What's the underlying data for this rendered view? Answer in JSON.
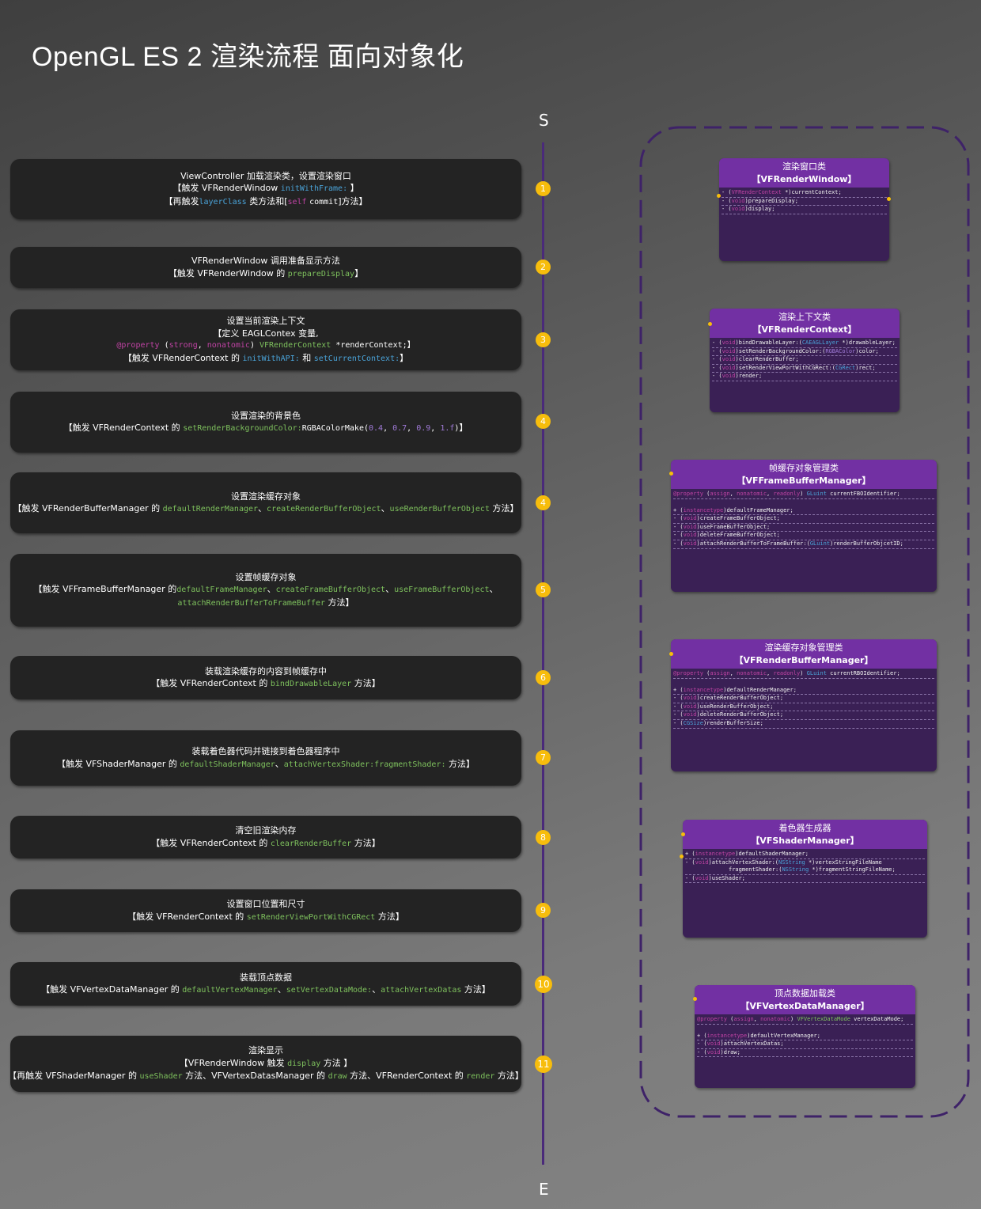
{
  "title": "OpenGL ES 2 渲染流程 面向对象化",
  "timeline": {
    "start": "S",
    "end": "E"
  },
  "steps": [
    {
      "num": "1",
      "lines": [
        "ViewController 加载渲染类，设置渲染窗口",
        "【触发 VFRenderWindow initWithFrame: 】",
        "【再触发layerClass 类方法和[self commit]方法】"
      ]
    },
    {
      "num": "2",
      "lines": [
        "VFRenderWindow 调用准备显示方法",
        "【触发 VFRenderWindow 的 prepareDisplay】"
      ]
    },
    {
      "num": "3",
      "lines": [
        "设置当前渲染上下文",
        "【定义 EAGLContex 变量,",
        "@property (strong, nonatomic) VFRenderContext *renderContext;】",
        "【触发 VFRenderContext 的 initWithAPI: 和 setCurrentContext:】"
      ]
    },
    {
      "num": "4",
      "lines": [
        "设置渲染的背景色",
        "【触发 VFRenderContext 的 setRenderBackgroundColor:RGBAColorMake(0.4, 0.7, 0.9, 1.f)】"
      ]
    },
    {
      "num": "4",
      "lines": [
        "设置渲染缓存对象",
        "【触发 VFRenderBufferManager 的 defaultRenderManager、createRenderBufferObject、useRenderBufferObject 方法】"
      ]
    },
    {
      "num": "5",
      "lines": [
        "设置帧缓存对象",
        "【触发 VFFrameBufferManager 的defaultFrameManager、createFrameBufferObject、useFrameBufferObject、",
        "attachRenderBufferToFrameBuffer 方法】"
      ]
    },
    {
      "num": "6",
      "lines": [
        "装载渲染缓存的内容到帧缓存中",
        "【触发 VFRenderContext 的 bindDrawableLayer 方法】"
      ]
    },
    {
      "num": "7",
      "lines": [
        "装载着色器代码并链接到着色器程序中",
        "【触发 VFShaderManager 的 defaultShaderManager、attachVertexShader:fragmentShader: 方法】"
      ]
    },
    {
      "num": "8",
      "lines": [
        "清空旧渲染内存",
        "【触发 VFRenderContext 的 clearRenderBuffer 方法】"
      ]
    },
    {
      "num": "9",
      "lines": [
        "设置窗口位置和尺寸",
        "【触发 VFRenderContext 的 setRenderViewPortWithCGRect 方法】"
      ]
    },
    {
      "num": "10",
      "lines": [
        "装载顶点数据",
        "【触发 VFVertexDataManager 的 defaultVertexManager、setVertexDataMode:、attachVertexDatas 方法】"
      ]
    },
    {
      "num": "11",
      "lines": [
        "渲染显示",
        "【VFRenderWindow 触发 display 方法 】",
        "【再触发 VFShaderManager 的 useShader 方法、VFVertexDatasManager 的 draw 方法、VFRenderContext 的 render 方法】"
      ]
    }
  ],
  "classes": [
    {
      "title": "渲染窗口类",
      "name": "【VFRenderWindow】",
      "members": [
        "- (VFRenderContext *)currentContext;",
        "- (void)prepareDisplay;",
        "- (void)display;"
      ]
    },
    {
      "title": "渲染上下文类",
      "name": "【VFRenderContext】",
      "members": [
        "- (void)bindDrawableLayer:(CAEAGLLayer *)drawableLayer;",
        "- (void)setRenderBackgroundColor:(RGBAColor)color;",
        "- (void)clearRenderBuffer;",
        "- (void)setRenderViewPortWithCGRect:(CGRect)rect;",
        "- (void)render;"
      ]
    },
    {
      "title": "帧缓存对象管理类",
      "name": "【VFFrameBufferManager】",
      "property": "@property (assign, nonatomic, readonly) GLuint currentFBOIdentifier;",
      "members": [
        "+ (instancetype)defaultFrameManager;",
        "- (void)createFrameBufferObject;",
        "- (void)useFrameBufferObject;",
        "- (void)deleteFrameBufferObject;",
        "- (void)attachRenderBufferToFrameBuffer:(GLuint)renderBufferObjcetID;"
      ]
    },
    {
      "title": "渲染缓存对象管理类",
      "name": "【VFRenderBufferManager】",
      "property": "@property (assign, nonatomic, readonly) GLuint currentRBOIdentifier;",
      "members": [
        "+ (instancetype)defaultRenderManager;",
        "- (void)createRenderBufferObject;",
        "- (void)useRenderBufferObject;",
        "- (void)deleteRenderBufferObject;",
        "- (CGSize)renderBufferSize;"
      ]
    },
    {
      "title": "着色器生成器",
      "name": "【VFShaderManager】",
      "members": [
        "+ (instancetype)defaultShaderManager;",
        "- (void)attachVertexShader:(NSString *)vertexStringFileName",
        "fragmentShader:(NSString *)fragmentStringFileName;",
        "- (void)useShader;"
      ]
    },
    {
      "title": "顶点数据加载类",
      "name": "【VFVertexDataManager】",
      "property": "@property (assign, nonatomic) VFVertexDataMode vertexDataMode;",
      "members": [
        "+ (instancetype)defaultVertexManager;",
        "- (void)attachVertexDatas;",
        "- (void)draw;"
      ]
    }
  ],
  "colors": {
    "accent_purple": "#7230a3",
    "card_body": "#3a2055",
    "badge_yellow": "#f7bd0c",
    "code_green": "#7ec15d",
    "code_blue": "#4aa3d8",
    "code_pink": "#c043a4"
  }
}
